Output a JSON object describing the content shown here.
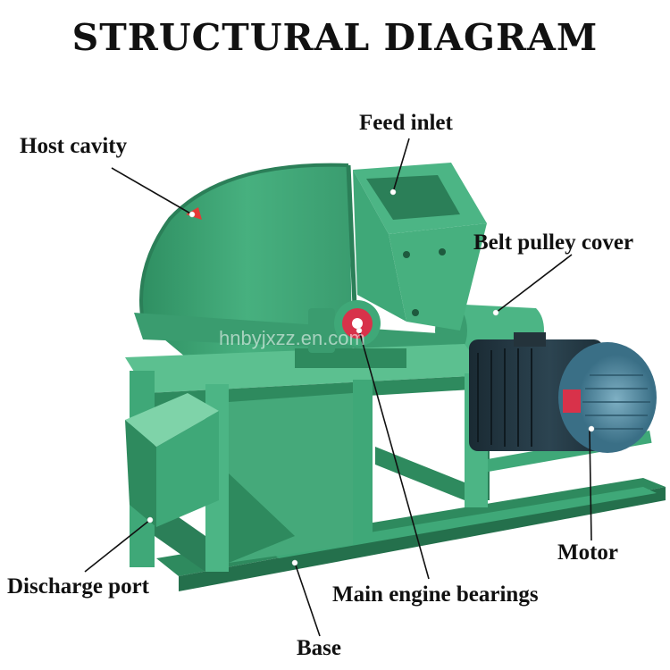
{
  "title": "STRUCTURAL DIAGRAM",
  "watermark": "hnbyjxzz.en.com",
  "labels": {
    "host_cavity": "Host cavity",
    "feed_inlet": "Feed inlet",
    "belt_pulley_cover": "Belt pulley cover",
    "motor": "Motor",
    "discharge_port": "Discharge port",
    "main_engine_bearings": "Main engine bearings",
    "base": "Base"
  },
  "colors": {
    "machine_green": "#3fa878",
    "dark_green": "#2b7f58",
    "light_green": "#6cc79b",
    "motor_blue": "#3a6f86",
    "motor_dark": "#1d2f38",
    "bearing_red": "#d8324a"
  }
}
